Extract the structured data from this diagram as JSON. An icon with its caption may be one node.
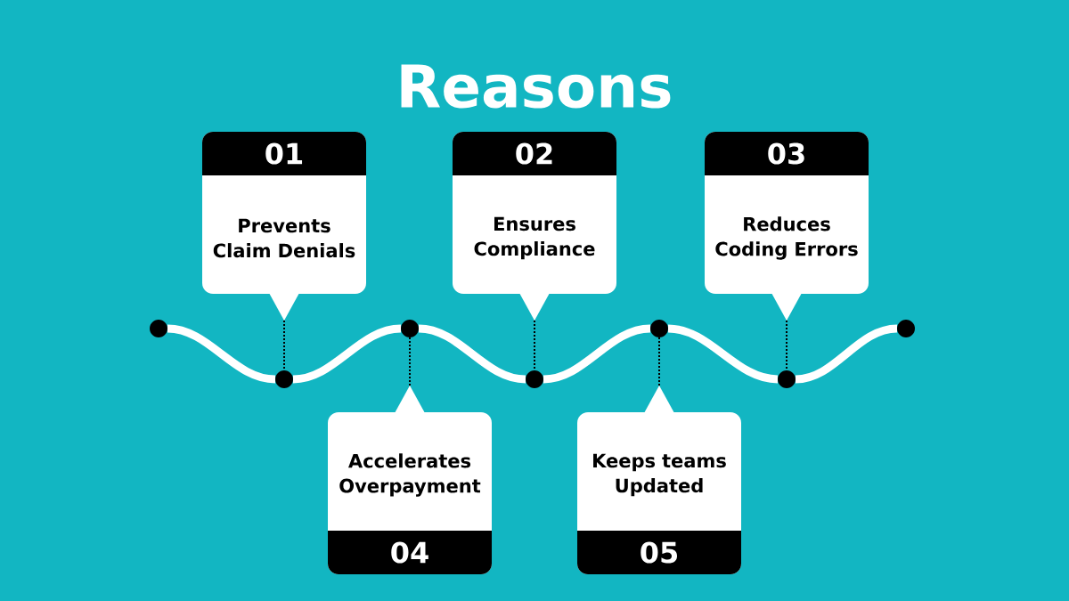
{
  "diagram": {
    "title": "Reasons",
    "nodes": [
      {
        "text": [
          "01",
          "Prevents Claim Denials"
        ]
      },
      {
        "text": [
          "02",
          "Ensures Compliance"
        ]
      },
      {
        "text": [
          "03",
          "Reduces Coding Errors"
        ]
      },
      {
        "text": [],
        "shape": "circle"
      },
      {
        "text": [],
        "shape": "circle"
      },
      {
        "text": [],
        "shape": "circle"
      },
      {
        "text": [],
        "shape": "circle"
      },
      {
        "text": [],
        "shape": "circle"
      },
      {
        "text": [],
        "shape": "circle"
      },
      {
        "text": [],
        "shape": "circle"
      },
      {
        "text": [
          "Accelerates Overpayment",
          "04"
        ]
      },
      {
        "text": [
          "Keeps teams Updated",
          "05"
        ]
      }
    ],
    "edges": [
      {
        "from": 3,
        "to": 4,
        "arrow": "none"
      },
      {
        "from": 4,
        "to": 5,
        "arrow": "none"
      },
      {
        "from": 5,
        "to": 6,
        "arrow": "none"
      },
      {
        "from": 6,
        "to": 7,
        "arrow": "none"
      },
      {
        "from": 7,
        "to": 8,
        "arrow": "none"
      },
      {
        "from": 8,
        "to": 9,
        "arrow": "none"
      },
      {
        "from": 0,
        "to": 4,
        "arrow": "none",
        "style": "dashed",
        "color": "#000000"
      },
      {
        "from": 1,
        "to": 6,
        "arrow": "none",
        "style": "dashed",
        "color": "#000000"
      },
      {
        "from": 2,
        "to": 8,
        "arrow": "none",
        "style": "dashed",
        "color": "#000000"
      },
      {
        "from": 10,
        "to": 5,
        "arrow": "none",
        "style": "dashed",
        "color": "#000000"
      },
      {
        "from": 11,
        "to": 7,
        "arrow": "none",
        "style": "dashed",
        "color": "#000000"
      }
    ]
  }
}
